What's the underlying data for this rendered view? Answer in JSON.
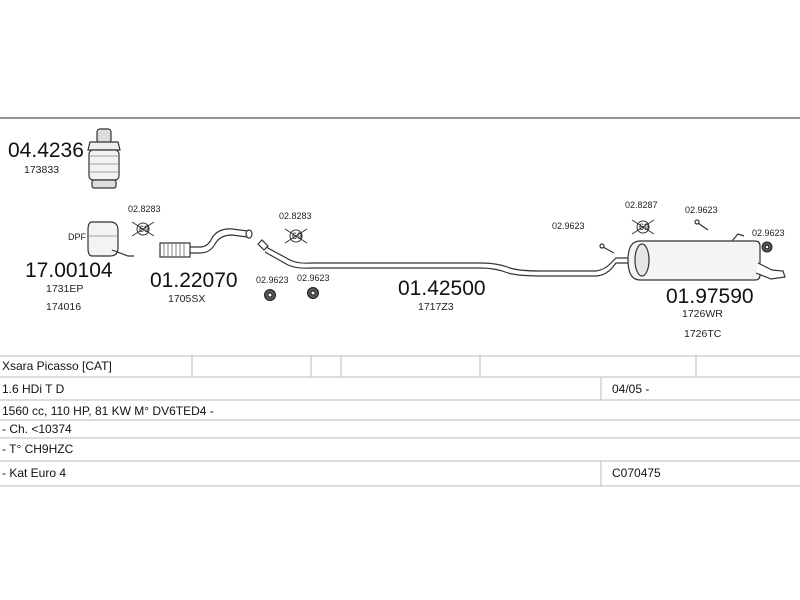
{
  "parts": {
    "cat_front": {
      "number": "04.4236",
      "sub": "173833"
    },
    "dpf": {
      "tag": "DPF",
      "number": "17.00104",
      "sub1": "1731EP",
      "sub2": "174016"
    },
    "front_pipe": {
      "number": "01.22070",
      "sub": "1705SX"
    },
    "clamp_a": {
      "number": "02.8283"
    },
    "clamp_b": {
      "number": "02.8283"
    },
    "rubber_a": {
      "number": "02.9623"
    },
    "rubber_b": {
      "number": "02.9623"
    },
    "middle_pipe": {
      "number": "01.42500",
      "sub": "1717Z3"
    },
    "rubber_c": {
      "number": "02.9623"
    },
    "clamp_c": {
      "number": "02.8287"
    },
    "rubber_d": {
      "number": "02.9623"
    },
    "rubber_e": {
      "number": "02.9623"
    },
    "rear_silencer": {
      "number": "01.97590",
      "sub1": "1726WR",
      "sub2": "1726TC"
    }
  },
  "info_table": {
    "rows": [
      {
        "col1": "Xsara Picasso  [CAT]",
        "col2": ""
      },
      {
        "col1": "1.6 HDi T D",
        "col2": "04/05 -"
      },
      {
        "col1": "1560 cc, 110 HP, 81 KW M° DV6TED4 -",
        "col2": ""
      },
      {
        "col1": "- Ch. <10374",
        "col2": ""
      },
      {
        "col1": "- T° CH9HZC",
        "col2": ""
      },
      {
        "col1": "- Kat Euro 4",
        "col2": "C070475"
      }
    ]
  }
}
